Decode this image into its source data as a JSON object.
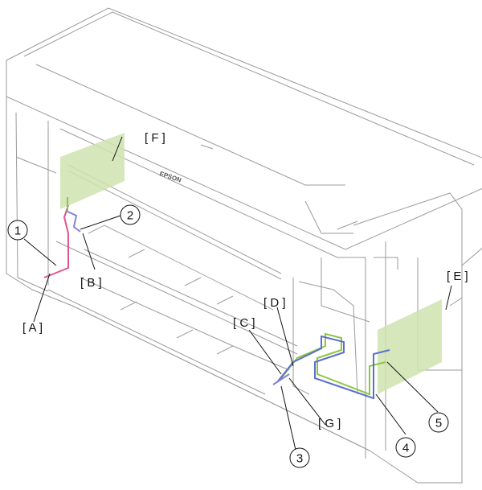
{
  "diagram": {
    "brand_mark": "EPSON",
    "callouts": [
      {
        "id": "1",
        "text": "1"
      },
      {
        "id": "2",
        "text": "2"
      },
      {
        "id": "3",
        "text": "3"
      },
      {
        "id": "4",
        "text": "4"
      },
      {
        "id": "5",
        "text": "5"
      }
    ],
    "labels": {
      "A": "[ A ]",
      "B": "[ B ]",
      "C": "[ C ]",
      "D": "[ D ]",
      "E": "[ E ]",
      "F": "[ F ]",
      "G": "[ G ]"
    },
    "colors": {
      "outline": "#9a9a9a",
      "highlight_area": "#cfe3b0",
      "cable_pink": "#e0558f",
      "cable_purple": "#8a7fd6",
      "cable_green": "#8cc63f",
      "cable_blue": "#5a6fd0"
    }
  }
}
